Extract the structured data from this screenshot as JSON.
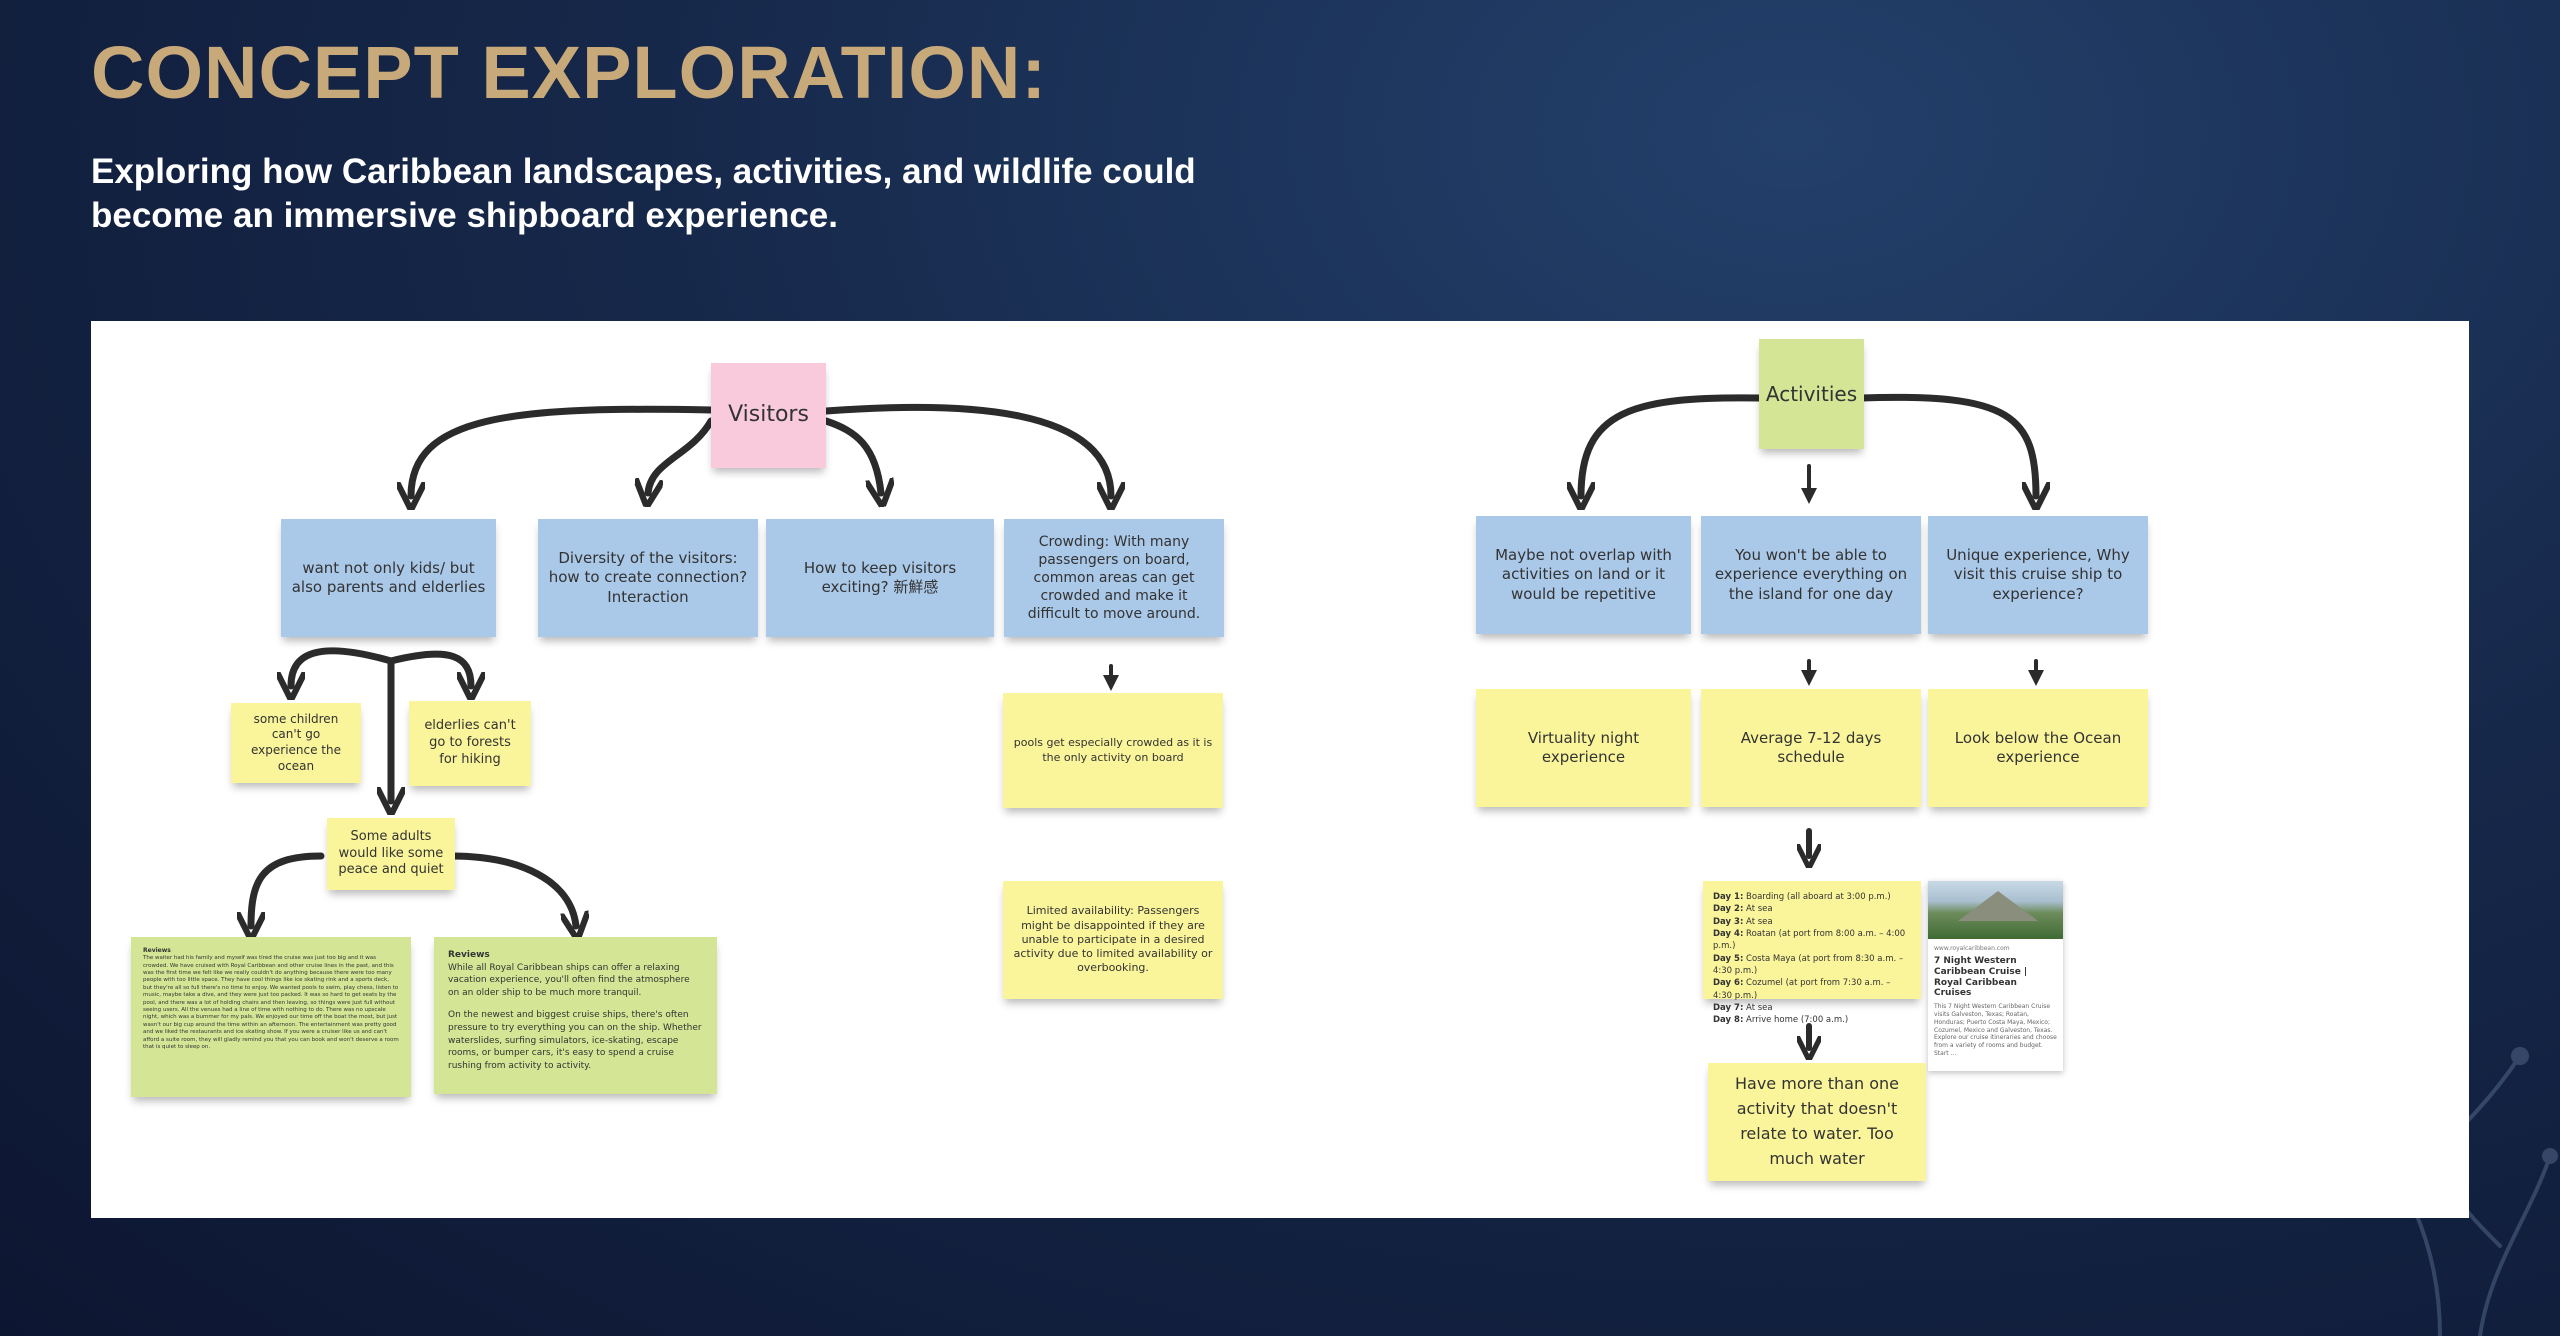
{
  "header": {
    "title": "CONCEPT EXPLORATION:",
    "subtitle": "Exploring how Caribbean landscapes, activities, and wildlife could become an immersive shipboard experience."
  },
  "visitors_map": {
    "root": "Visitors",
    "branch_1": "want not only kids/ but also parents and elderlies",
    "branch_2": "Diversity of the visitors: how to create connection? Interaction",
    "branch_3": "How to keep visitors exciting? 新鮮感",
    "branch_4": "Crowding: With many passengers on board, common areas can get crowded and make it difficult to move around.",
    "children_note": "some children can't go experience the ocean",
    "elderlies_note": "elderlies can't go to forests for hiking",
    "adults_note": "Some adults would like some peace and quiet",
    "pools_note": "pools get especially crowded as it is the only activity on board",
    "limited_note": "Limited availability: Passengers might be disappointed if they are unable to participate in a desired activity due to limited availability or overbooking.",
    "review_1": {
      "heading": "Reviews",
      "body": "The waiter had his family and myself was tired the cruise was just too big and it was crowded. We have cruised with Royal Caribbean and other cruise lines in the past, and this was the first time we felt like we really couldn't do anything because there were too many people with too little space. They have cool things like ice skating rink and a sports deck, but they're all so full there's no time to enjoy. We wanted pools to swim, play chess, listen to music, maybe take a dive, and they were just too packed. It was so hard to get seats by the pool, and there was a lot of holding chairs and then leaving, so things were just full without seeing users. All the venues had a line of time with nothing to do. There was no upscale night, which was a bummer for my pals. We enjoyed our time off the boat the most, but just wasn't our big cup around the time within an afternoon. The entertainment was pretty good and we liked the restaurants and ice skating show. If you were a cruiser like us and can't afford a suite room, they will gladly remind you that you can book and won't deserve a room that is quiet to sleep on."
    },
    "review_2": {
      "heading": "Reviews",
      "body_1": "While all Royal Caribbean ships can offer a relaxing vacation experience, you'll often find the atmosphere on an older ship to be much more tranquil.",
      "body_2": "On the newest and biggest cruise ships, there's often pressure to try everything you can on the ship. Whether waterslides, surfing simulators, ice-skating, escape rooms, or bumper cars, it's easy to spend a cruise rushing from activity to activity."
    }
  },
  "activities_map": {
    "root": "Activities",
    "branch_1": "Maybe not overlap with activities on land or it would be repetitive",
    "branch_2": "You won't be able to experience everything on the island for one day",
    "branch_3": "Unique experience, Why visit this cruise ship to experience?",
    "idea_1": "Virtuality night experience",
    "idea_2": "Average 7-12 days schedule",
    "idea_3": "Look below the Ocean experience",
    "itinerary": [
      {
        "day": "Day 1:",
        "text": "Boarding (all aboard at 3:00 p.m.)"
      },
      {
        "day": "Day 2:",
        "text": "At sea"
      },
      {
        "day": "Day 3:",
        "text": "At sea"
      },
      {
        "day": "Day 4:",
        "text": "Roatan (at port from 8:00 a.m. – 4:00 p.m.)"
      },
      {
        "day": "Day 5:",
        "text": "Costa Maya (at port from 8:30 a.m. – 4:30 p.m.)"
      },
      {
        "day": "Day 6:",
        "text": "Cozumel (at port from 7:30 a.m. – 4:30 p.m.)"
      },
      {
        "day": "Day 7:",
        "text": "At sea"
      },
      {
        "day": "Day 8:",
        "text": "Arrive home (7:00 a.m.)"
      }
    ],
    "card": {
      "source": "www.royalcaribbean.com",
      "title": "7 Night Western Caribbean Cruise | Royal Caribbean Cruises",
      "description": "This 7 Night Western Caribbean Cruise visits Galveston, Texas; Roatan, Honduras; Puerto Costa Maya, Mexico; Cozumel, Mexico and Galveston, Texas. Explore our cruise itineraries and choose from a variety of rooms and budget. Start ..."
    },
    "water_note": "Have more than one activity that doesn't relate to water. Too much water"
  },
  "colors": {
    "title": "#c8a97a",
    "blue_note": "#aac8e8",
    "yellow_note": "#faf59a",
    "pink_note": "#f9c9dc",
    "green_note": "#d4e695",
    "arrow": "#2b2b2b"
  }
}
